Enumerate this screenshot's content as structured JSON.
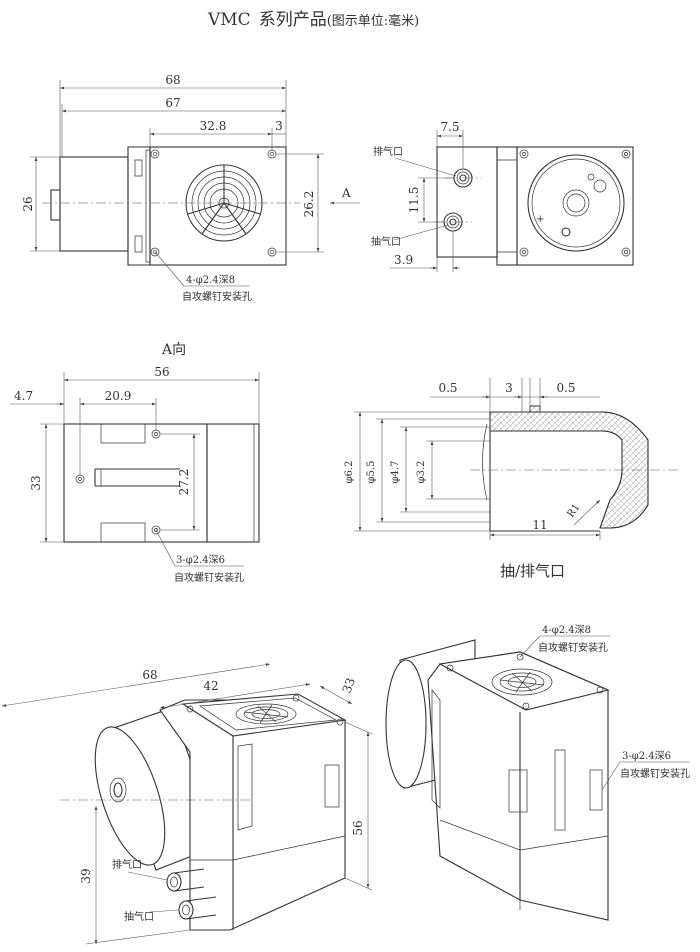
{
  "title": {
    "model": "VMC",
    "series": "系列产品",
    "unit_note": "(图示单位:毫米)"
  },
  "front_view": {
    "dims": {
      "overall_length": "68",
      "body_length": "67",
      "block_length": "32.8",
      "flange": "3",
      "motor_height": "26",
      "hole_spacing": "26.2"
    },
    "view_arrow": "A",
    "holes_note": "4-φ2.4深8",
    "holes_sub": "自攻螺钉安装孔"
  },
  "side_view": {
    "dims": {
      "port_offset": "7.5",
      "port_spacing": "11.5",
      "port_edge": "3.9"
    },
    "exhaust_label": "排气口",
    "intake_label": "抽气口"
  },
  "a_view": {
    "heading": "A向",
    "dims": {
      "width": "56",
      "edge": "4.7",
      "hole_pitch": "20.9",
      "height": "33",
      "slot_span": "27.2"
    },
    "holes_note": "3-φ2.4深6",
    "holes_sub": "自攻螺钉安装孔"
  },
  "port_detail": {
    "caption": "抽/排气口",
    "dims": {
      "gap_left": "0.5",
      "ring_width": "3",
      "gap_right": "0.5",
      "d_outer": "φ6.2",
      "d_mid": "φ5.5",
      "d_inner": "φ4.7",
      "d_bore": "φ3.2",
      "length": "11",
      "radius": "R1"
    }
  },
  "iso_left": {
    "dims": {
      "length": "68",
      "block": "42",
      "depth": "33",
      "height": "56",
      "port_height": "39"
    },
    "exhaust_label": "排气口",
    "intake_label": "抽气口"
  },
  "iso_right": {
    "top_holes_note": "4-φ2.4深8",
    "top_holes_sub": "自攻螺钉安装孔",
    "side_holes_note": "3-φ2.4深6",
    "side_holes_sub": "自攻螺钉安装孔"
  }
}
